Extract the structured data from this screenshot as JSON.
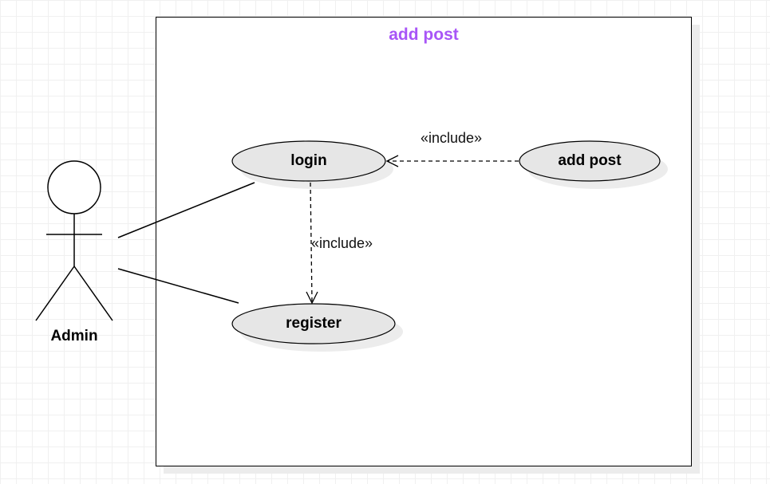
{
  "diagram": {
    "system_title": "add post",
    "title_color": "#a855f7",
    "actor": {
      "name": "Admin"
    },
    "use_cases": {
      "login": "login",
      "add_post": "add post",
      "register": "register"
    },
    "relationships": {
      "include_label": "«include»"
    },
    "colors": {
      "usecase_fill": "#e6e6e6",
      "usecase_stroke": "#000000",
      "line": "#000000"
    }
  }
}
